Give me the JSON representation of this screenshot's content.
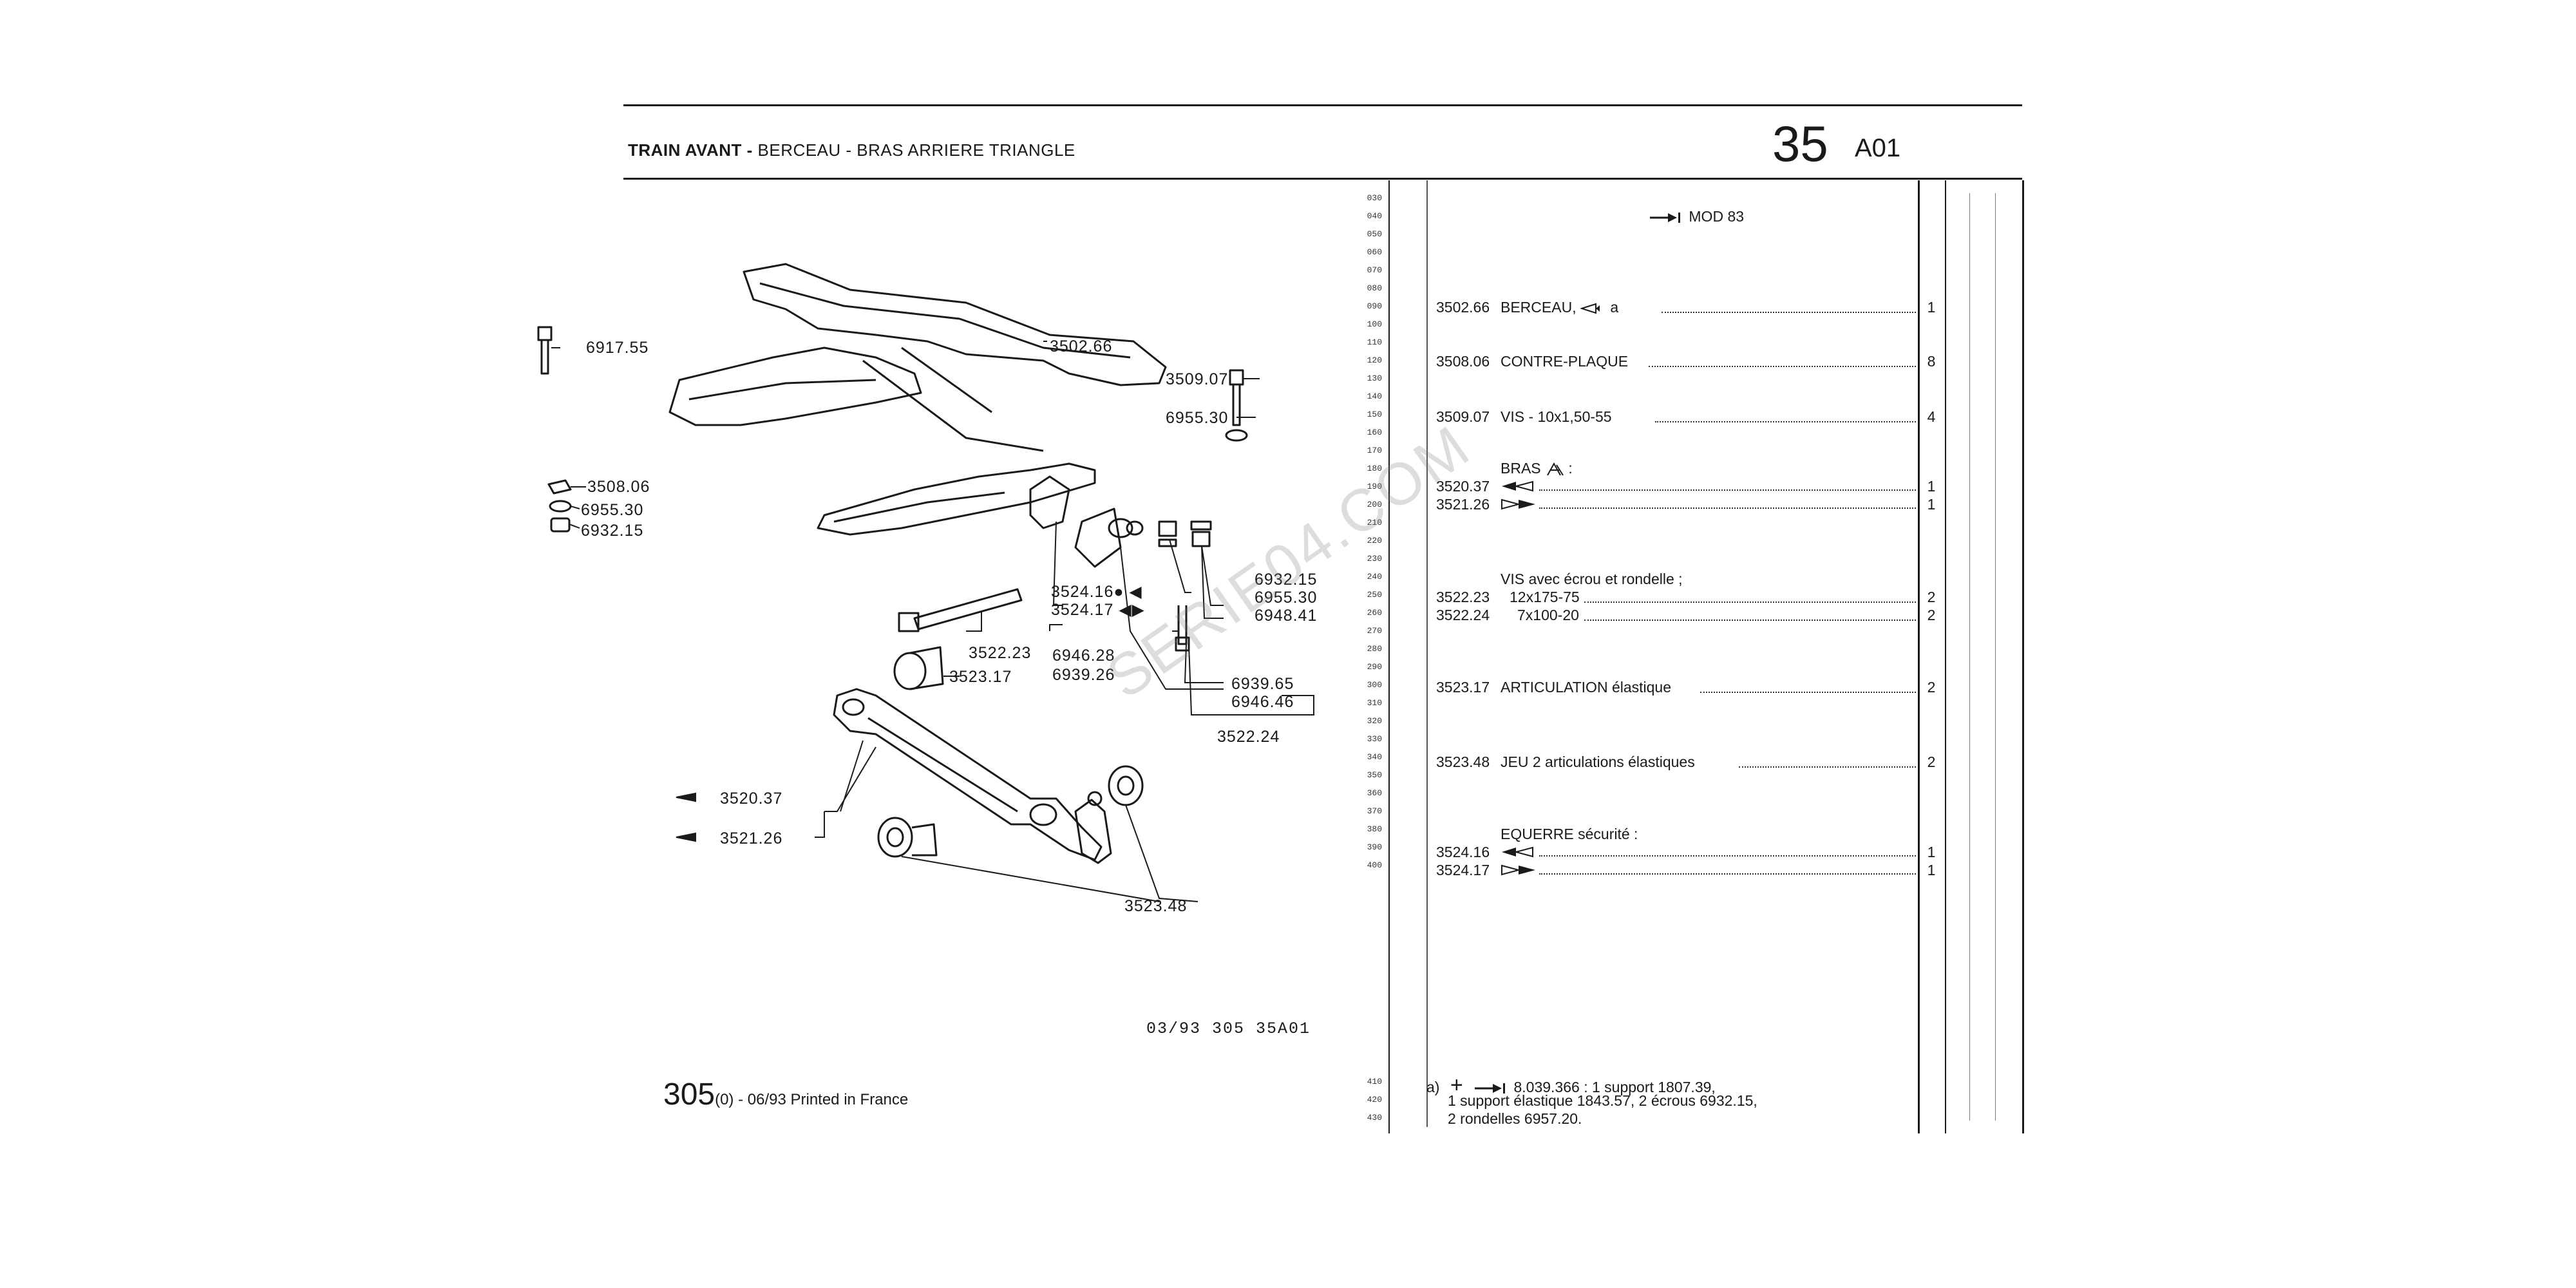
{
  "header": {
    "title_bold": "TRAIN AVANT -",
    "title_rest": " BERCEAU - BRAS ARRIERE TRIANGLE",
    "section_number": "35",
    "section_code": "A01"
  },
  "mod_banner": "MOD 83",
  "callouts": {
    "c6917_55": "6917.55",
    "c3502_66": "3502.66",
    "c3509_07": "3509.07",
    "c6955_30a": "6955.30",
    "c3508_06": "3508.06",
    "c6955_30b": "6955.30",
    "c6932_15a": "6932.15",
    "c3524_16": "3524.16",
    "c3524_17": "3524.17",
    "c6932_15b": "6932.15",
    "c6955_30c": "6955.30",
    "c6948_41": "6948.41",
    "c3522_23": "3522.23",
    "c6946_28": "6946.28",
    "c6939_26": "6939.26",
    "c3523_17": "3523.17",
    "c6939_65": "6939.65",
    "c6946_46": "6946.46",
    "c3522_24": "3522.24",
    "c3520_37": "3520.37",
    "c3521_26": "3521.26",
    "c3523_48": "3523.48"
  },
  "line_numbers": [
    "030",
    "040",
    "050",
    "060",
    "070",
    "080",
    "090",
    "100",
    "110",
    "120",
    "130",
    "140",
    "150",
    "160",
    "170",
    "180",
    "190",
    "200",
    "210",
    "220",
    "230",
    "240",
    "250",
    "260",
    "270",
    "280",
    "290",
    "300",
    "310",
    "320",
    "330",
    "340",
    "350",
    "360",
    "370",
    "380",
    "390",
    "400"
  ],
  "line_numbers_bottom": [
    "410",
    "420",
    "430"
  ],
  "parts": [
    {
      "ref": "3502.66",
      "text": "BERCEAU,",
      "suffix": "a",
      "qty": "1"
    },
    {
      "ref": "3508.06",
      "text": "CONTRE-PLAQUE",
      "suffix": "",
      "qty": "8"
    },
    {
      "ref": "3509.07",
      "text": "VIS - 10x1,50-55",
      "suffix": "",
      "qty": "4"
    }
  ],
  "bras": {
    "heading": "BRAS",
    "heading_tail": ":",
    "items": [
      {
        "ref": "3520.37",
        "qty": "1"
      },
      {
        "ref": "3521.26",
        "qty": "1"
      }
    ]
  },
  "vis": {
    "heading": "VIS avec écrou et rondelle ;",
    "items": [
      {
        "ref": "3522.23",
        "text": "12x175-75",
        "qty": "2"
      },
      {
        "ref": "3522.24",
        "text": "7x100-20",
        "qty": "2"
      }
    ]
  },
  "articulation": {
    "ref": "3523.17",
    "text": "ARTICULATION élastique",
    "qty": "2"
  },
  "jeu": {
    "ref": "3523.48",
    "text": "JEU 2 articulations élastiques",
    "qty": "2"
  },
  "equerre": {
    "heading": "EQUERRE sécurité :",
    "items": [
      {
        "ref": "3524.16",
        "qty": "1"
      },
      {
        "ref": "3524.17",
        "qty": "1"
      }
    ]
  },
  "note": {
    "label": "a)",
    "symbol": "+",
    "line1": "8.039.366 : 1 support 1807.39,",
    "line2": "1 support élastique 1843.57, 2 écrous 6932.15,",
    "line3": "2 rondelles 6957.20."
  },
  "footer": {
    "ref": "03/93  305  35A01",
    "page": "305",
    "page_suffix": "(0) - 06/93 Printed in France"
  },
  "watermark": "SERIE04.COM"
}
